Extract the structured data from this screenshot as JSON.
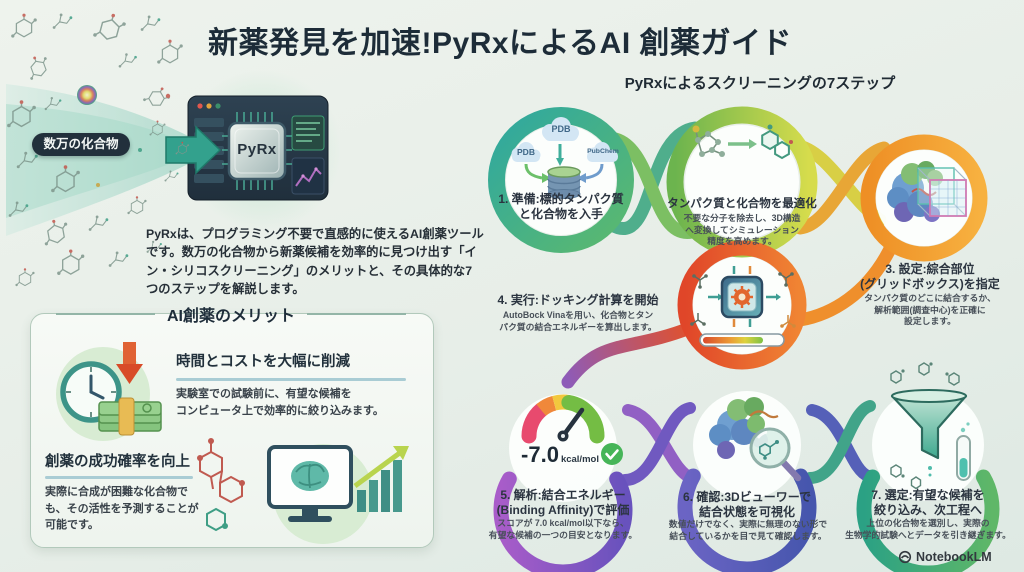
{
  "page": {
    "title": "新薬発見を加速!PyRxによるAI 創薬ガイド"
  },
  "left": {
    "compounds_label": "数万の化合物",
    "app_name": "PyRx",
    "intro": "PyRxは、プログラミング不要で直感的に使えるAI創薬ツールです。数万の化合物から新薬候補を効率的に見つけ出す「イン・シリコスクリーニング」のメリットと、その具体的な7つのステップを解説します。",
    "merit": {
      "heading": "AI創薬のメリット",
      "items": [
        {
          "title": "時間とコストを大幅に削減",
          "body": "実験室での試験前に、有望な候補を\nコンピュータ上で効率的に絞り込みます。"
        },
        {
          "title": "創薬の成功確率を向上",
          "body": "実際に合成が困難な化合物で\nも、その活性を予測することが\n可能です。"
        }
      ]
    }
  },
  "right": {
    "heading": "PyRxによるスクリーニングの7ステップ",
    "steps": [
      {
        "title": "1. 準備:標的タンパク質\nと化合物を入手",
        "sources": [
          "PDB",
          "PDB",
          "PubChem"
        ]
      },
      {
        "title": "タンパク質と化合物を最適化",
        "body": "不要な分子を除去し、3D構造\nへ変換してシミュレーション\n精度を高めます。"
      },
      {
        "title": "3. 設定:綜合部位\n(グリッドボックス)を指定",
        "body": "タンパク質のどこに結合するか、\n解析範囲(調査中心)を正確に\n設定します。"
      },
      {
        "title": "4. 実行:ドッキング計算を開始",
        "body": "AutoBock Vinaを用い、化合物とタン\nパク質の結合エネルギーを算出します。"
      },
      {
        "title": "5. 解析:結合エネルギー\n(Binding Affinity)で評価",
        "body": "スコアが 7.0 kcal/mol以下なら、\n有望な候補の一つの目安となります。",
        "gauge_value": "-7.0",
        "gauge_unit": "kcal/mol"
      },
      {
        "title": "6. 確認:3Dビューワーで\n結合状態を可視化",
        "body": "数値だけでなく、実際に無理のない形で\n結合しているかを目で見て確認します。"
      },
      {
        "title": "7. 選定:有望な候補を\n絞り込み、次工程へ",
        "body": "上位の化合物を選別し、実際の\n生物学的試験へとデータを引き継ぎます。"
      }
    ]
  },
  "footer": {
    "brand": "NotebookLM"
  },
  "colors": {
    "teal": "#2fa390",
    "green": "#8bc34a",
    "orange": "#f09a2e",
    "red": "#e4572e",
    "purple": "#8e5bb8",
    "indigo": "#5560b8",
    "teal_green": "#35a882",
    "check_green": "#46b558",
    "navy": "#22303c"
  }
}
